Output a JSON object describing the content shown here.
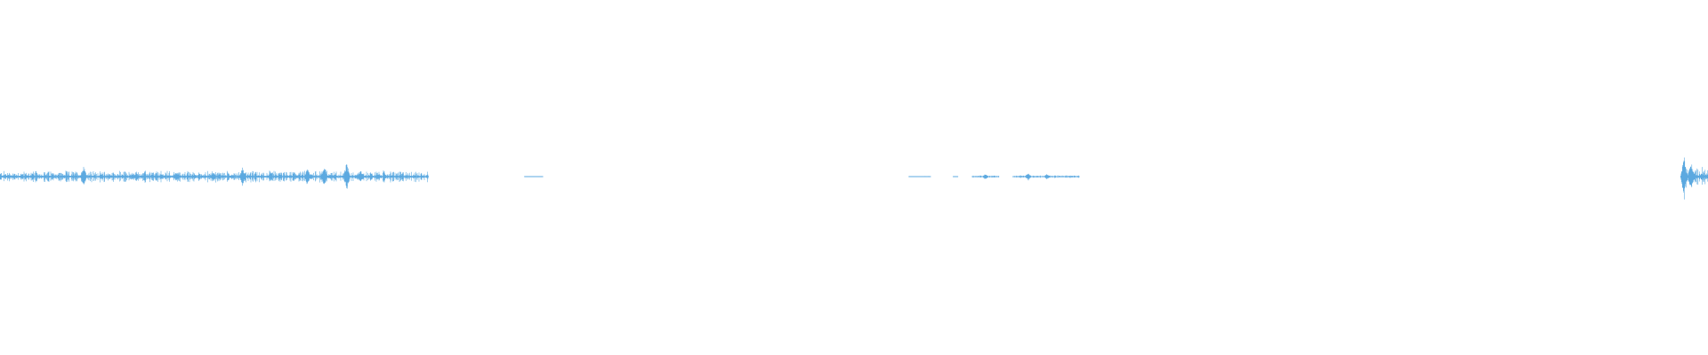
{
  "waveform": {
    "color": "#5ca9e0",
    "background": "#ffffff",
    "segments": [
      {
        "id": "burst-1",
        "start": 0.0,
        "end": 0.251,
        "amplitude": 0.32
      },
      {
        "id": "burst-2",
        "start": 0.307,
        "end": 0.318,
        "amplitude": 0.02
      },
      {
        "id": "burst-3",
        "start": 0.532,
        "end": 0.545,
        "amplitude": 0.03
      },
      {
        "id": "burst-4",
        "start": 0.558,
        "end": 0.561,
        "amplitude": 0.02
      },
      {
        "id": "burst-5",
        "start": 0.569,
        "end": 0.585,
        "amplitude": 0.07
      },
      {
        "id": "burst-6",
        "start": 0.593,
        "end": 0.632,
        "amplitude": 0.08
      },
      {
        "id": "burst-7",
        "start": 0.984,
        "end": 1.0,
        "amplitude": 0.52
      }
    ],
    "peaks": [
      {
        "at": 0.049,
        "amplitude": 0.24
      },
      {
        "at": 0.08,
        "amplitude": 0.1
      },
      {
        "at": 0.103,
        "amplitude": 0.09
      },
      {
        "at": 0.125,
        "amplitude": 0.1
      },
      {
        "at": 0.142,
        "amplitude": 0.2
      },
      {
        "at": 0.18,
        "amplitude": 0.18
      },
      {
        "at": 0.19,
        "amplitude": 0.22
      },
      {
        "at": 0.203,
        "amplitude": 0.32
      },
      {
        "at": 0.211,
        "amplitude": 0.14
      },
      {
        "at": 0.577,
        "amplitude": 0.07
      },
      {
        "at": 0.602,
        "amplitude": 0.09
      },
      {
        "at": 0.613,
        "amplitude": 0.07
      },
      {
        "at": 0.986,
        "amplitude": 0.52
      },
      {
        "at": 0.99,
        "amplitude": 0.35
      }
    ]
  }
}
